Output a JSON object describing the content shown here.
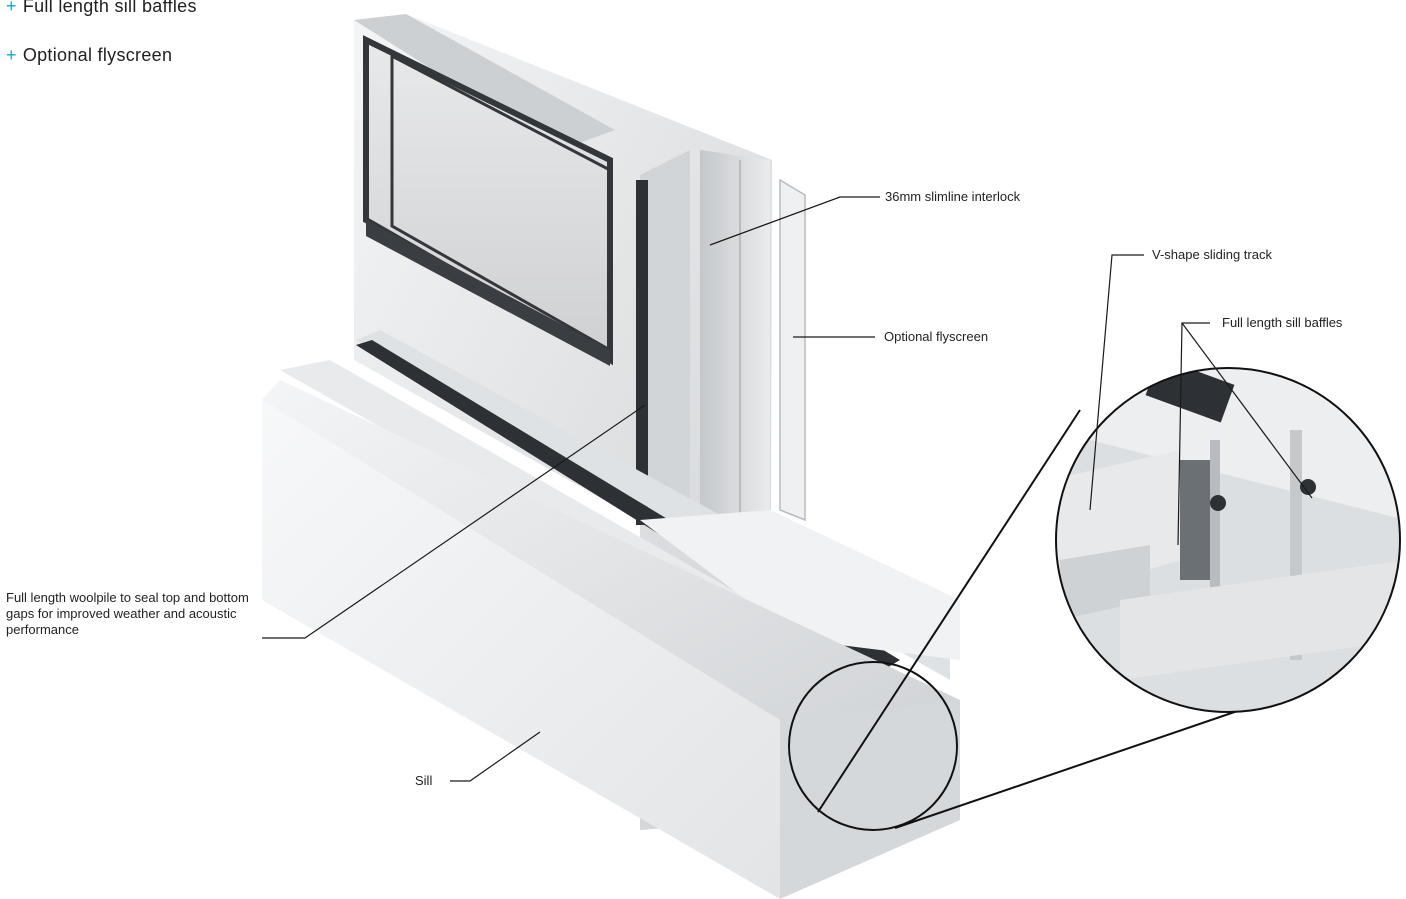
{
  "features": [
    {
      "marker": "+",
      "text": "Full length sill baffles"
    },
    {
      "marker": "+",
      "text": "Optional flyscreen"
    }
  ],
  "callouts": {
    "interlock": "36mm slimline interlock",
    "vtrack": "V-shape sliding track",
    "baffles": "Full length sill baffles",
    "flyscreen": "Optional flyscreen",
    "woolpile": "Full length woolpile to seal top and bottom gaps for improved weather and acoustic performance",
    "sill": "Sill"
  },
  "colors": {
    "accent": "#1aa6c8",
    "aluminium": "#e4e6e8",
    "glass": "#d9dadc",
    "seal": "#2d3136",
    "leader": "#1a1a1a"
  }
}
